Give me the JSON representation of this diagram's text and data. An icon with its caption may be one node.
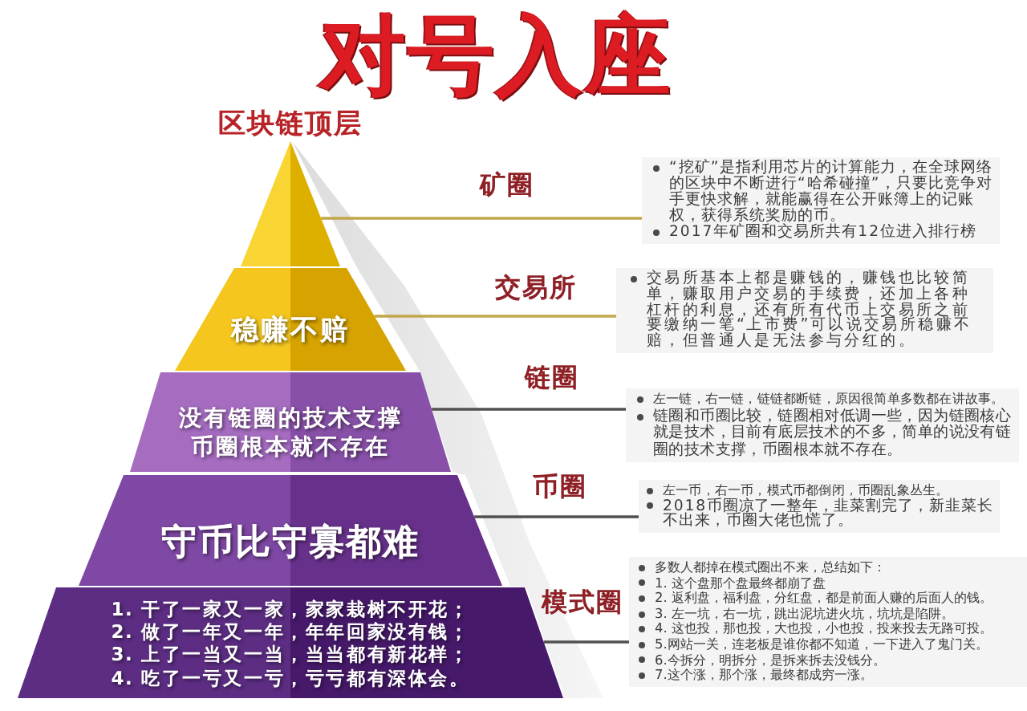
{
  "diagram": {
    "title": "对号入座",
    "nodes": [
      {
        "text": [],
        "shape": "triangle",
        "beside": [
          "区块链顶层"
        ]
      },
      {
        "text": [
          "稳赚不赔"
        ]
      },
      {
        "text": [
          "没有链圈的技术支撑币圈根本就不存在"
        ]
      },
      {
        "text": [
          "守币比守寡都难"
        ]
      },
      {
        "text": [
          "1. 干了一家又一家，家家栽树不开花；",
          "2. 做了一年又一年，年年回家没有钱；",
          "3. 上了一当又一当，当当都有新花样；",
          "4. 吃了一亏又一亏，亏亏都有深体会。"
        ]
      },
      {
        "text": [
          "“挖矿”是指利用芯片的计算能力，在全球网络的区块中不断进行“哈希碰撞”，只要比竞争对手更快求解，就能赢得在公开账簿上的记账权，获得系统奖励的币。",
          "2017年矿圈和交易所共有12位进入排行榜"
        ]
      },
      {
        "text": [
          "交易所基本上都是赚钱的，赚钱也比较简单，赚取用户交易的手续费，还加上各种杠杆的利息，还有所有代币上交易所之前要缴纳一笔“上市费”可以说交易所稳赚不赔，但普通人是无法参与分红的。"
        ]
      },
      {
        "text": [
          "左一链，右一链，链链都断链，原因很简单多数都在讲故事。",
          "链圈和币圈比较，链圈相对低调一些，因为链圈核心就是技术，目前有底层技术的不多，简单的说没有链圈的技术支撑，币圈根本就不存在。"
        ]
      },
      {
        "text": [
          "左一币，右一币，模式币都倒闭，币圈乱象丛生。",
          "2018币圈凉了一整年，韭菜割完了，新韭菜长不出来，币圈大佬也慌了。"
        ]
      },
      {
        "text": [
          "多数人都掉在模式圈出不来，总结如下：",
          "1. 这个盘那个盘最终都崩了盘",
          "2. 返利盘，福利盘，分红盘，都是前面人赚的后面人的钱。",
          "3. 左一坑，右一坑，跳出泥坑进火坑，坑坑是陷阱。",
          "4. 这也投，那也投，大也投，小也投，投来投去无路可投。",
          "5.网站一关，连老板是谁你都不知道，一下进入了鬼门关。",
          "6.今拆分，明拆分，是拆来拆去没钱分。",
          "7.这个涨，那个涨，最终都成穷一涨。"
        ]
      }
    ],
    "edges": [
      {
        "from": 0,
        "to": 5,
        "arrow": "none",
        "label": "矿圈",
        "color": "#c2a64a"
      },
      {
        "from": 1,
        "to": 6,
        "arrow": "none",
        "label": "交易所",
        "color": "#c2a64a"
      },
      {
        "from": 2,
        "to": 7,
        "arrow": "none",
        "label": "链圈"
      },
      {
        "from": 3,
        "to": 8,
        "arrow": "none",
        "label": "币圈"
      },
      {
        "from": 4,
        "to": 9,
        "arrow": "none",
        "label": "模式圈"
      }
    ]
  }
}
